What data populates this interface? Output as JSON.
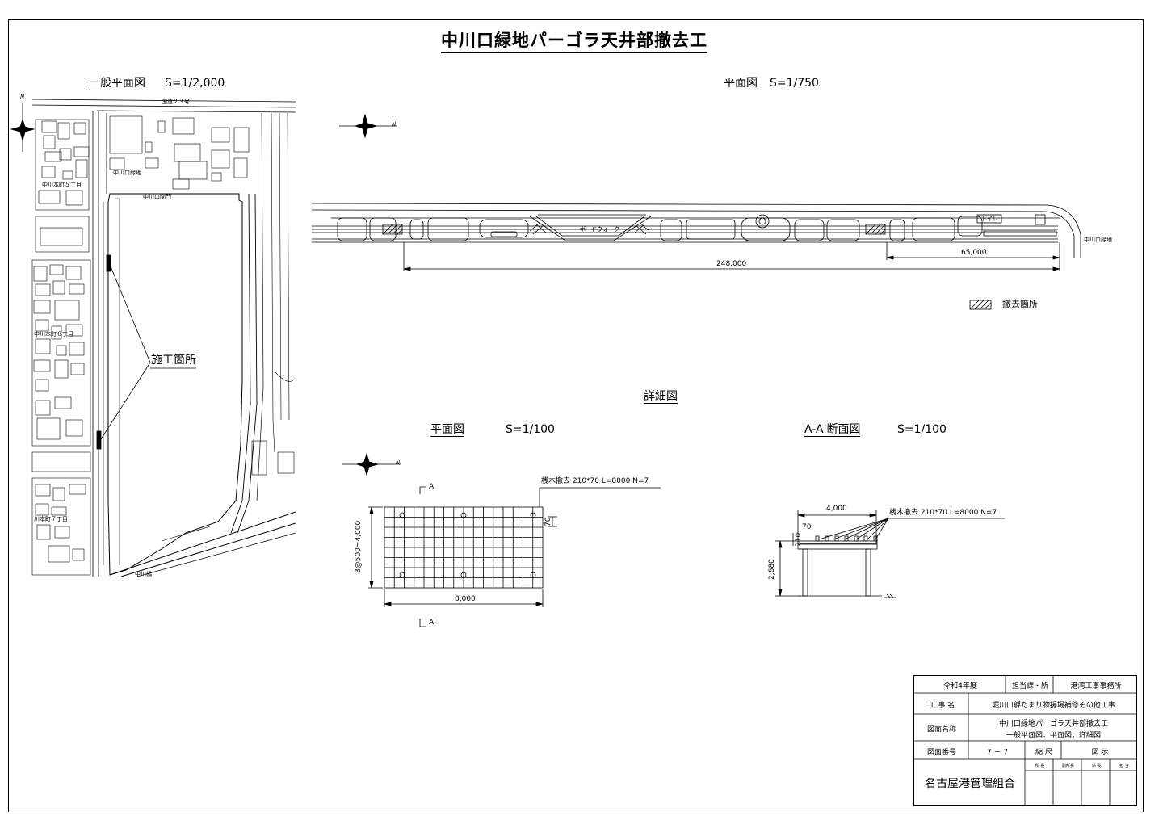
{
  "title": "中川口緑地パーゴラ天井部撤去工",
  "views": {
    "general_plan": {
      "label": "一般平面図",
      "scale": "S=1/2,000"
    },
    "plan": {
      "label": "平面図",
      "scale": "S=1/750"
    },
    "detail_heading": "詳細図",
    "detail_plan": {
      "label": "平面図",
      "scale": "S=1/100"
    },
    "section": {
      "label": "A-A'断面図",
      "scale": "S=1/100"
    }
  },
  "map_labels": {
    "north": "N",
    "route": "国道２３号",
    "park": "中川口緑地",
    "lock": "中川口閘門",
    "town5": "中川本町５丁目",
    "town6": "中川本町６丁目",
    "town7": "川本町７丁目",
    "bridge": "中川橋",
    "site": "施工箇所"
  },
  "plan_labels": {
    "boardwalk": "ボードウォーク",
    "toilet": "トイレ",
    "park_small": "中川口緑地",
    "dim_total": "248,000",
    "dim_part": "65,000",
    "legend": "撤去箇所"
  },
  "detail": {
    "section_a": "A",
    "section_a2": "A'",
    "callout": "桟木撤去 210*70 L=8000 N=7",
    "dim_width": "8,000",
    "dim_side": "8@500=4,000",
    "dim_70": "70",
    "sec_width": "4,000",
    "sec_70": "70",
    "sec_210": "210",
    "sec_height": "2,680"
  },
  "title_block": {
    "fiscal_year": "令和4年度",
    "dept_label": "担当課・所",
    "dept": "港湾工事事務所",
    "work_label": "工 事 名",
    "work": "堀川口艀だまり物揚場補修その他工事",
    "drawing_label": "図面名称",
    "drawing_line1": "中川口緑地パーゴラ天井部撤去工",
    "drawing_line2": "一般平面図、平面図、詳細図",
    "number_label": "図面番号",
    "number": "7 － 7",
    "scale_label": "縮 尺",
    "scale": "図 示",
    "org": "名古屋港管理組合",
    "roles": [
      "所 長",
      "副所長",
      "係 長",
      "担 当"
    ]
  }
}
